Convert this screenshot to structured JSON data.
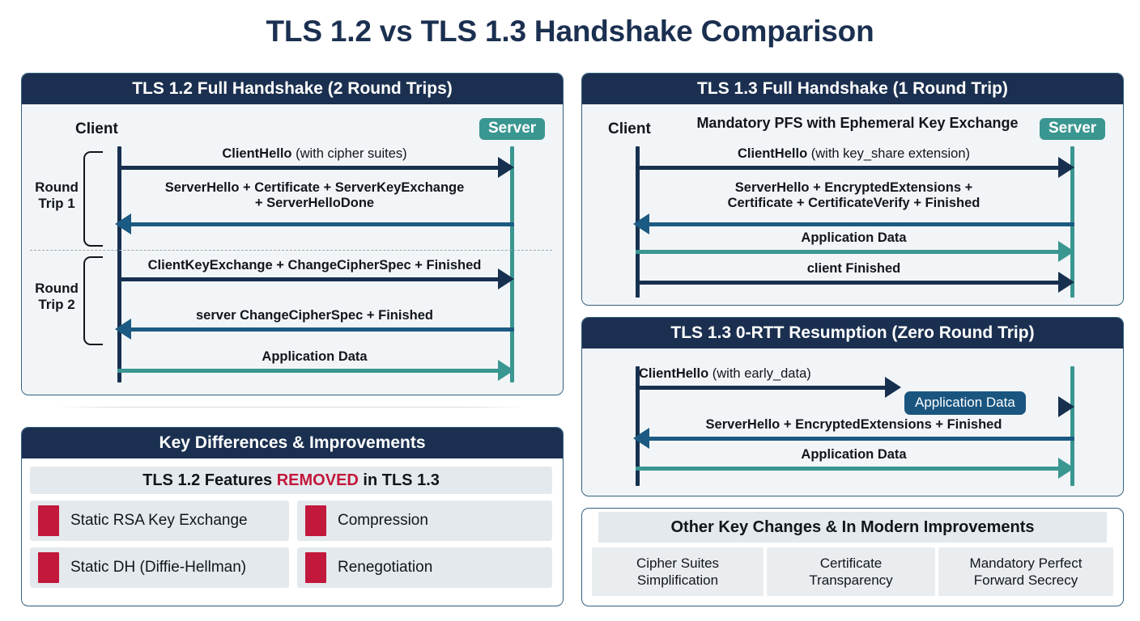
{
  "title": "TLS 1.2 vs TLS 1.3 Handshake Comparison",
  "colors": {
    "navy": "#17304f",
    "header_navy": "#1b3050",
    "blue": "#1b5a82",
    "teal": "#3a9691",
    "crimson": "#c2183c",
    "panel_bg": "#f2f5f7"
  },
  "tls12": {
    "header": "TLS 1.2 Full Handshake (2 Round Trips)",
    "client_label": "Client",
    "server_label": "Server",
    "round_trip_1": "Round\nTrip 1",
    "round_trip_1_line1": "Round",
    "round_trip_1_line2": "Trip 1",
    "round_trip_2_line1": "Round",
    "round_trip_2_line2": "Trip 2",
    "messages": [
      {
        "bold": "ClientHello",
        "rest": " (with cipher suites)",
        "direction": "right",
        "color": "navy"
      },
      {
        "bold": "ServerHello + Certificate + ServerKeyExchange",
        "rest": "",
        "line2": "+ ServerHelloDone",
        "direction": "left",
        "color": "blue"
      },
      {
        "bold": "ClientKeyExchange + ChangeCipherSpec + Finished",
        "rest": "",
        "direction": "right",
        "color": "navy"
      },
      {
        "bold": "server ChangeCipherSpec + Finished",
        "rest": "",
        "direction": "left",
        "color": "blue"
      },
      {
        "bold": "Application Data",
        "rest": "",
        "direction": "right",
        "color": "teal"
      }
    ]
  },
  "tls13_full": {
    "header": "TLS 1.3 Full Handshake (1 Round Trip)",
    "client_label": "Client",
    "server_label": "Server",
    "subtitle": "Mandatory PFS with Ephemeral Key Exchange",
    "messages": [
      {
        "bold": "ClientHello",
        "rest": " (with key_share extension)",
        "direction": "right",
        "color": "navy"
      },
      {
        "bold": "ServerHello + EncryptedExtensions +",
        "rest": "",
        "line2": "Certificate + CertificateVerify + Finished",
        "direction": "left",
        "color": "blue"
      },
      {
        "bold": "Application Data",
        "rest": "",
        "direction": "right",
        "color": "teal"
      },
      {
        "bold": "client Finished",
        "rest": "",
        "direction": "right",
        "color": "navy"
      }
    ]
  },
  "tls13_zerortt": {
    "header": "TLS 1.3 0-RTT Resumption (Zero Round Trip)",
    "chip_label": "Application Data",
    "messages": [
      {
        "bold": "ClientHello",
        "rest": " (with early_data)",
        "direction": "right",
        "color": "navy"
      },
      {
        "bold": "ServerHello + EncryptedExtensions + Finished",
        "rest": "",
        "direction": "left",
        "color": "blue"
      },
      {
        "bold": "Application Data",
        "rest": "",
        "direction": "right",
        "color": "teal"
      }
    ]
  },
  "key_differences": {
    "header": "Key Differences & Improvements",
    "banner_before": "TLS 1.2 Features ",
    "banner_highlight": "REMOVED",
    "banner_after": " in TLS 1.3",
    "items": [
      "Static RSA Key Exchange",
      "Compression",
      "Static DH (Diffie-Hellman)",
      "Renegotiation"
    ]
  },
  "other_key_changes": {
    "header": "Other Key Changes & In Modern Improvements",
    "cells": [
      {
        "line1": "Cipher Suites",
        "line2": "Simplification"
      },
      {
        "line1": "Certificate",
        "line2": "Transparency"
      },
      {
        "line1": "Mandatory Perfect",
        "line2": "Forward Secrecy"
      }
    ]
  }
}
